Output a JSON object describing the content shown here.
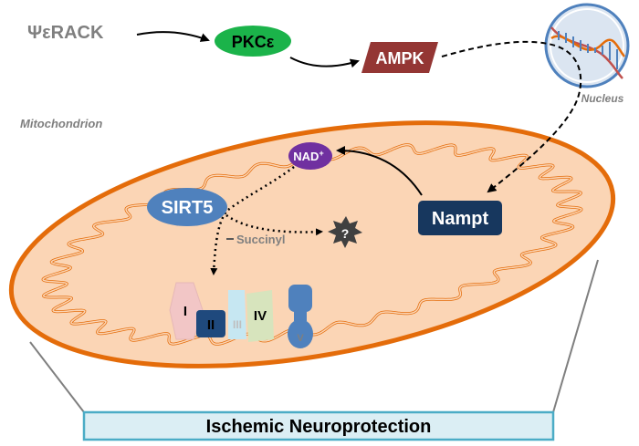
{
  "labels": {
    "psi_rack": "ΨεRACK",
    "pkce": "PKCε",
    "ampk": "AMPK",
    "nucleus": "Nucleus",
    "mitochondrion": "Mitochondrion",
    "nad": "NAD",
    "nad_sup": "+",
    "sirt5": "SIRT5",
    "succinyl": "Succinyl",
    "question": "?",
    "nampt": "Nampt",
    "complex_1": "I",
    "complex_2": "II",
    "complex_3": "III",
    "complex_4": "IV",
    "complex_5": "V",
    "outcome": "Ischemic Neuroprotection"
  },
  "colors": {
    "pkce_fill": "#1bb34a",
    "ampk_fill": "#943634",
    "mito_outer": "#e46c0a",
    "mito_fill": "#fbd5b5",
    "nad_fill": "#7030a0",
    "sirt5_fill": "#4f81bd",
    "nampt_fill": "#17375e",
    "outcome_fill": "#dbeef4",
    "outcome_border": "#4bacc6",
    "nucleus_fill": "#dbe5f1",
    "nucleus_border": "#4f81bd",
    "complex_1_fill": "#f2c6c6",
    "complex_2_fill": "#1f497d",
    "complex_3_fill": "#c6e7f2",
    "complex_4_fill": "#d7e4bd",
    "complex_5_fill": "#4f81bd"
  }
}
